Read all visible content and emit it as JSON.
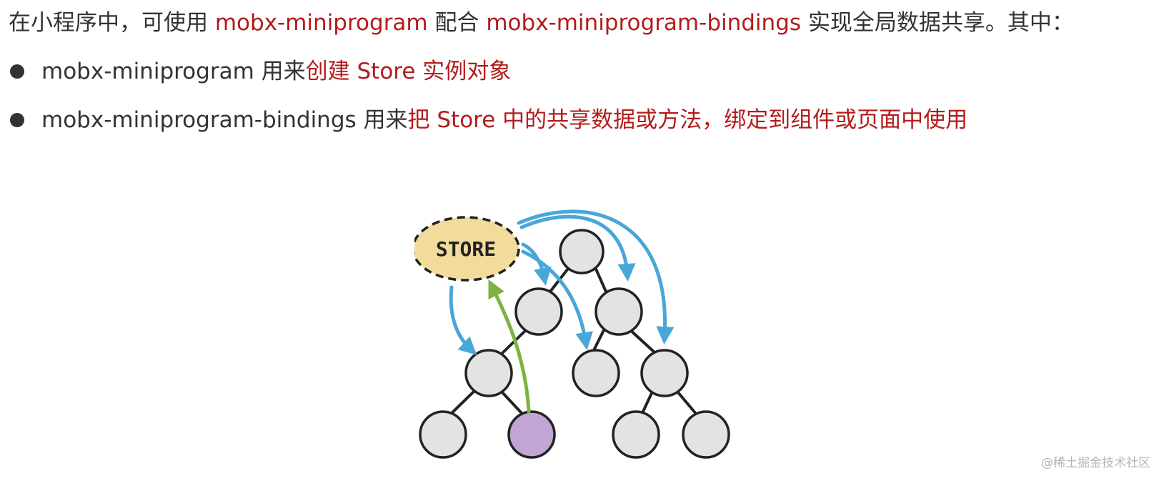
{
  "intro": {
    "prefix": "在小程序中，可使用 ",
    "lib1": "mobx-miniprogram",
    "middle": " 配合 ",
    "lib2": "mobx-miniprogram-bindings",
    "suffix": " 实现全局数据共享。其中："
  },
  "bullets": [
    {
      "lib": "mobx-miniprogram",
      "verb": " 用来",
      "desc": "创建 Store 实例对象"
    },
    {
      "lib": "mobx-miniprogram-bindings",
      "verb": " 用来",
      "desc": "把 Store 中的共享数据或方法，绑定到组件或页面中使用"
    }
  ],
  "diagram": {
    "store_label": "STORE",
    "colors": {
      "store_fill": "#f2dc9c",
      "node_fill": "#e3e3e3",
      "highlight_node_fill": "#c1a5d4",
      "arrow_blue": "#49a6d8",
      "arrow_green": "#7cb342",
      "edge": "#222222"
    }
  },
  "watermark": "@稀土掘金技术社区"
}
